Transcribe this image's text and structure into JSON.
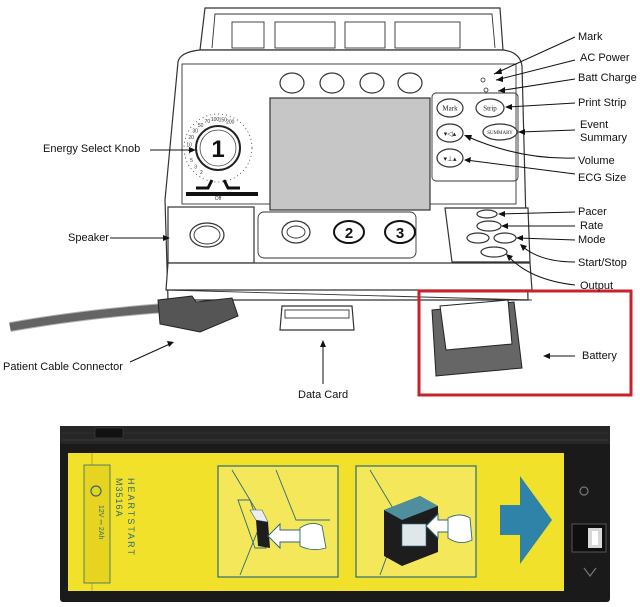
{
  "labels": {
    "mark": "Mark",
    "ac_power": "AC Power",
    "batt_charge": "Batt Charge",
    "print_strip": "Print Strip",
    "event_summary_1": "Event",
    "event_summary_2": "Summary",
    "volume": "Volume",
    "ecg_size": "ECG Size",
    "energy_select_knob": "Energy Select Knob",
    "speaker": "Speaker",
    "pacer": "Pacer",
    "rate": "Rate",
    "mode": "Mode",
    "start_stop": "Start/Stop",
    "output": "Output",
    "patient_cable_connector": "Patient Cable Connector",
    "data_card": "Data Card",
    "battery": "Battery"
  },
  "device_text": {
    "btn_mark": "Mark",
    "btn_strip": "Strip",
    "btn_summary": "SUMMARY",
    "knob_number": "1",
    "btn_2": "2",
    "btn_3": "3",
    "dial_off": "Off",
    "dial_marks": [
      "2",
      "3",
      "5",
      "7",
      "10",
      "20",
      "30",
      "50",
      "70",
      "100",
      "150",
      "200"
    ]
  },
  "battery_text": {
    "brand": "HEARTSTART",
    "model": "M3516A",
    "rating": "12V ⎓ 2Ah"
  },
  "colors": {
    "highlight_box": "#c8232c",
    "battery_yellow": "#f2e12a",
    "battery_body": "#1a1a1a",
    "arrow_teal": "#2f82a8"
  }
}
